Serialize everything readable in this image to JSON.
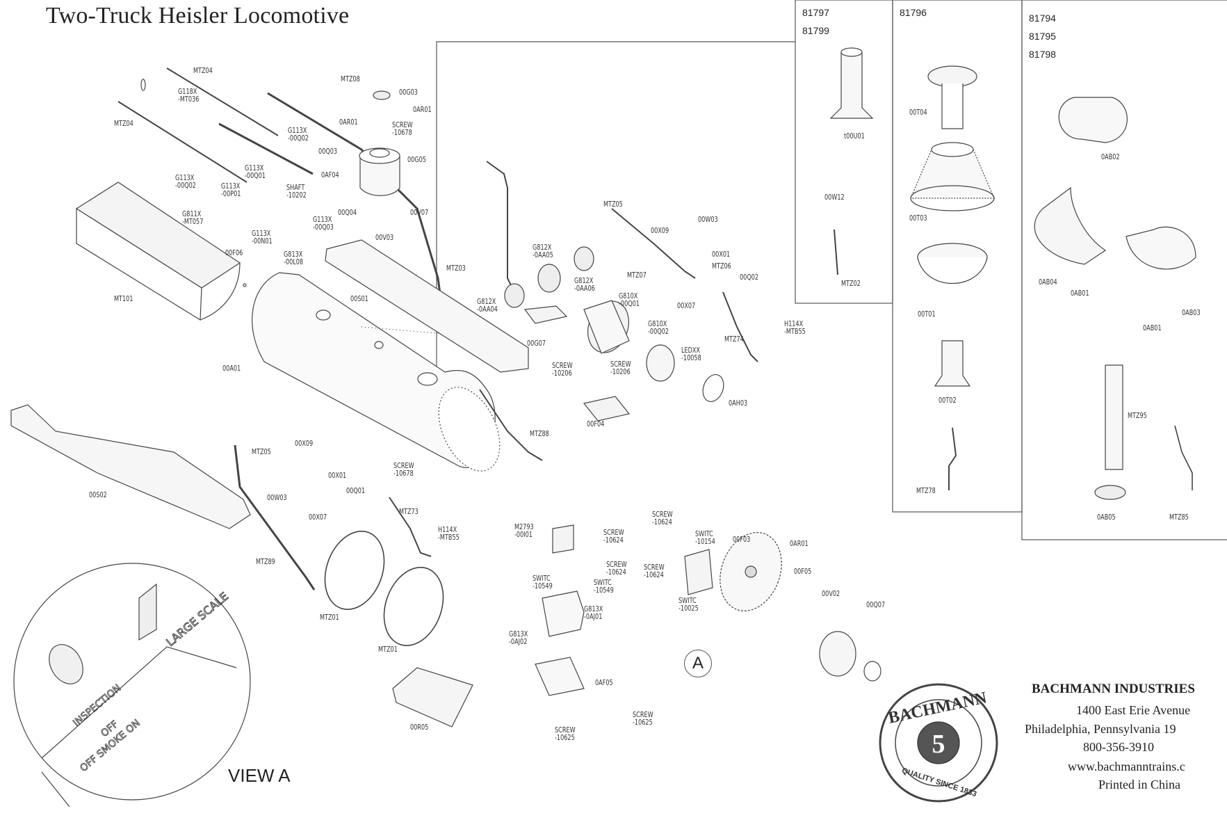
{
  "title": "Two-Truck Heisler Locomotive",
  "model_numbers": {
    "panel1": [
      "81797",
      "81799"
    ],
    "panel2": [
      "81796"
    ],
    "panel3": [
      "81794",
      "81795",
      "81798"
    ]
  },
  "view_a": {
    "label": "VIEW A",
    "callout": "A",
    "switch_text_1": "INSPECTION",
    "switch_text_2": "OFF",
    "switch_text_3": "OFF SMOKE ON",
    "switch_text_4": "LARGE SCALE"
  },
  "company": {
    "name": "BACHMANN INDUSTRIES",
    "address1": "1400 East Erie Avenue",
    "address2": "Philadelphia, Pennsylvania 19",
    "phone": "800-356-3910",
    "web": "www.bachmanntrains.c",
    "made": "Printed in China"
  },
  "logo": {
    "text": "BACHMANN",
    "number": "5",
    "tagline": "QUALITY SINCE 1833"
  },
  "parts": {
    "MTZ04a": "MTZ04",
    "MTZ08": "MTZ08",
    "G118X": "G118X\n-MT036",
    "MTZ04b": "MTZ04",
    "p00G03": "00G03",
    "p0AR01a": "0AR01",
    "p0AR01b": "0AR01",
    "screw10678a": "SCREW\n-10678",
    "G113X_00Q02a": "G113X\n-00Q02",
    "p00Q03": "00Q03",
    "p00G05": "00G05",
    "p0AF04": "0AF04",
    "G113X_00Q01": "G113X\n-00Q01",
    "G113X_00Q02b": "G113X\n-00Q02",
    "G113X_00P01": "G113X\n-00P01",
    "shaft": "SHAFT\n-10202",
    "p00V07": "00V07",
    "G811X": "G811X\n-MT057",
    "p00Q04": "00Q04",
    "G113X_00Q03": "G113X\n-00Q03",
    "G113X_00N01": "G113X\n-00N01",
    "p00V03": "00V03",
    "G813X_00L08": "G813X\n-00L08",
    "p00F06": "00F06",
    "MT101": "MT101",
    "p00S01": "00S01",
    "p00A01": "00A01",
    "MTZ05a": "MTZ05",
    "p00W03a": "00W03",
    "p00X09a": "00X09",
    "p00X01a": "00X01",
    "MTZ06": "MTZ06",
    "p00Q02": "00Q02",
    "G812X_0AA05": "G812X\n-0AA05",
    "G812X_0AA06": "G812X\n-0AA06",
    "MTZ03": "MTZ03",
    "MTZ07": "MTZ07",
    "p00X07a": "00X07",
    "G812X_0AA04": "G812X\n-0AA04",
    "G810X_00Q01": "G810X\n-00Q01",
    "G810X_00Q02": "G810X\n-00Q02",
    "H114X_a": "H114X\n-MTB55",
    "MTZ74": "MTZ74",
    "p00G07": "00G07",
    "screw10206a": "SCREW\n-10206",
    "screw10206b": "SCREW\n-10206",
    "LEDXX": "LEDXX\n-10058",
    "p0AH03": "0AH03",
    "p00F04": "00F04",
    "MTZ88": "MTZ88",
    "p00S02": "00S02",
    "MTZ05b": "MTZ05",
    "p00X09b": "00X09",
    "p00X01b": "00X01",
    "screw10678b": "SCREW\n-10678",
    "p00W03b": "00W03",
    "p00Q01": "00Q01",
    "p00X07b": "00X07",
    "MTZ73": "MTZ73",
    "H114X_b": "H114X\n-MTB55",
    "MTZ89": "MTZ89",
    "MTZ01a": "MTZ01",
    "MTZ01b": "MTZ01",
    "M2793": "M2793\n-00I01",
    "screw10624a": "SCREW\n-10624",
    "screw10624b": "SCREW\n-10624",
    "screw10624c": "SCREW\n-10624",
    "screw10624d": "SCREW\n-10624",
    "switc10154": "SWITC\n-10154",
    "p00F03": "00F03",
    "p0AR01c": "0AR01",
    "p00F05": "00F05",
    "switc10549a": "SWITC\n-10549",
    "switc10549b": "SWITC\n-10549",
    "G813X_0AJ01": "G813X\n-0AJ01",
    "switc10025": "SWITC\n-10025",
    "p00V02": "00V02",
    "p00Q07": "00Q07",
    "G813X_0AJ02": "G813X\n-0AJ02",
    "p0AF05": "0AF05",
    "p00R05": "00R05",
    "screw10625a": "SCREW\n-10625",
    "screw10625b": "SCREW\n-10625",
    "t00U01": "t00U01",
    "p00W12": "00W12",
    "MTZ02": "MTZ02",
    "p00T04": "00T04",
    "p00T03": "00T03",
    "p00T01": "00T01",
    "p00T02": "00T02",
    "MTZ78": "MTZ78",
    "p0AB02": "0AB02",
    "p0AB04": "0AB04",
    "p0AB01a": "0AB01",
    "p0AB03": "0AB03",
    "p0AB01b": "0AB01",
    "MTZ95": "MTZ95",
    "p0AB05": "0AB05",
    "MTZ85": "MTZ85"
  }
}
